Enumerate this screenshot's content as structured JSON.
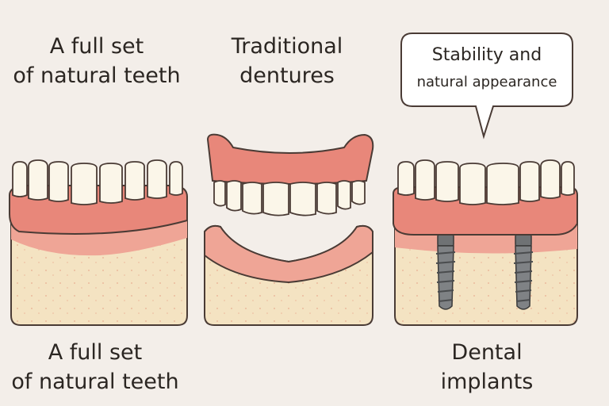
{
  "panels": {
    "natural": {
      "top_label": [
        "A full set",
        "of natural teeth"
      ],
      "bottom_label": [
        "A full set",
        "of natural teeth"
      ]
    },
    "dentures": {
      "top_label": [
        "Traditional",
        "dentures"
      ]
    },
    "implants": {
      "bottom_label": [
        "Dental",
        "implants"
      ],
      "callout": [
        "Stability and",
        "natural appearance"
      ]
    }
  },
  "colors": {
    "background": "#f3eee9",
    "bone": "#f4e3c2",
    "gum": "#e8877a",
    "gum_light": "#efa596",
    "tooth": "#fbf6e9",
    "outline": "#4a3b35",
    "implant": "#7f8285"
  }
}
